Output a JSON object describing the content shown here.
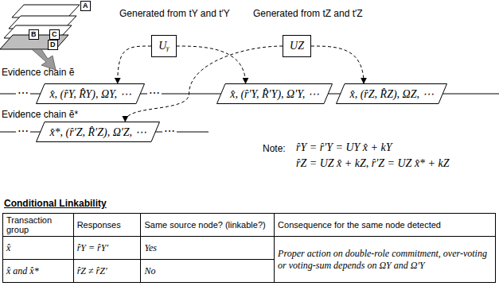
{
  "diagram": {
    "nodes": [
      {
        "text": [
          "Uᵧ"
        ]
      },
      {
        "text": [
          "UZ"
        ]
      },
      {
        "text": [
          "x̂, (r̂Y, R̂Y), ΩY, ⋯"
        ]
      },
      {
        "text": [
          "x̂, (r̂′Y, R̂′Y), Ω′Y, ⋯"
        ]
      },
      {
        "text": [
          "x̂, (r̂Z, R̂Z), ΩZ, ⋯"
        ]
      },
      {
        "text": [
          "x̂*, (r̂′Z, R̂′Z), Ω′Z, ⋯"
        ]
      }
    ],
    "edges": [
      {
        "from": 0,
        "to": 2,
        "arrow": "to"
      },
      {
        "from": 0,
        "to": 3,
        "arrow": "to"
      },
      {
        "from": 1,
        "to": 4,
        "arrow": "to"
      },
      {
        "from": 1,
        "to": 5,
        "arrow": "to"
      }
    ],
    "labels": [
      "A",
      "B",
      "C",
      "D",
      "Generated from tY and t′Y",
      "Generated from tZ and t′Z",
      "Evidence chain ẽ",
      "⋯",
      "⋯",
      "Evidence chain ẽ*",
      "⋯",
      "⋯",
      "Note:",
      "r̂Y = r̂′Y = UY x̂ + kY",
      "r̂Z = UZ x̂ + kZ, r̂′Z = UZ x̂* + kZ",
      "Conditional Linkability",
      "Transaction group",
      "Responses",
      "Same source node? (linkable?)",
      "Consequence for the same node detected",
      "x̂",
      "r̂Y = r̂Y′",
      "Yes",
      "Proper action on double-role commitment, over-voting or voting-sum depends on ΩY and Ω′Y",
      "x̂ and x̂*",
      "r̂Z ≠ r̂Z′",
      "No"
    ]
  }
}
